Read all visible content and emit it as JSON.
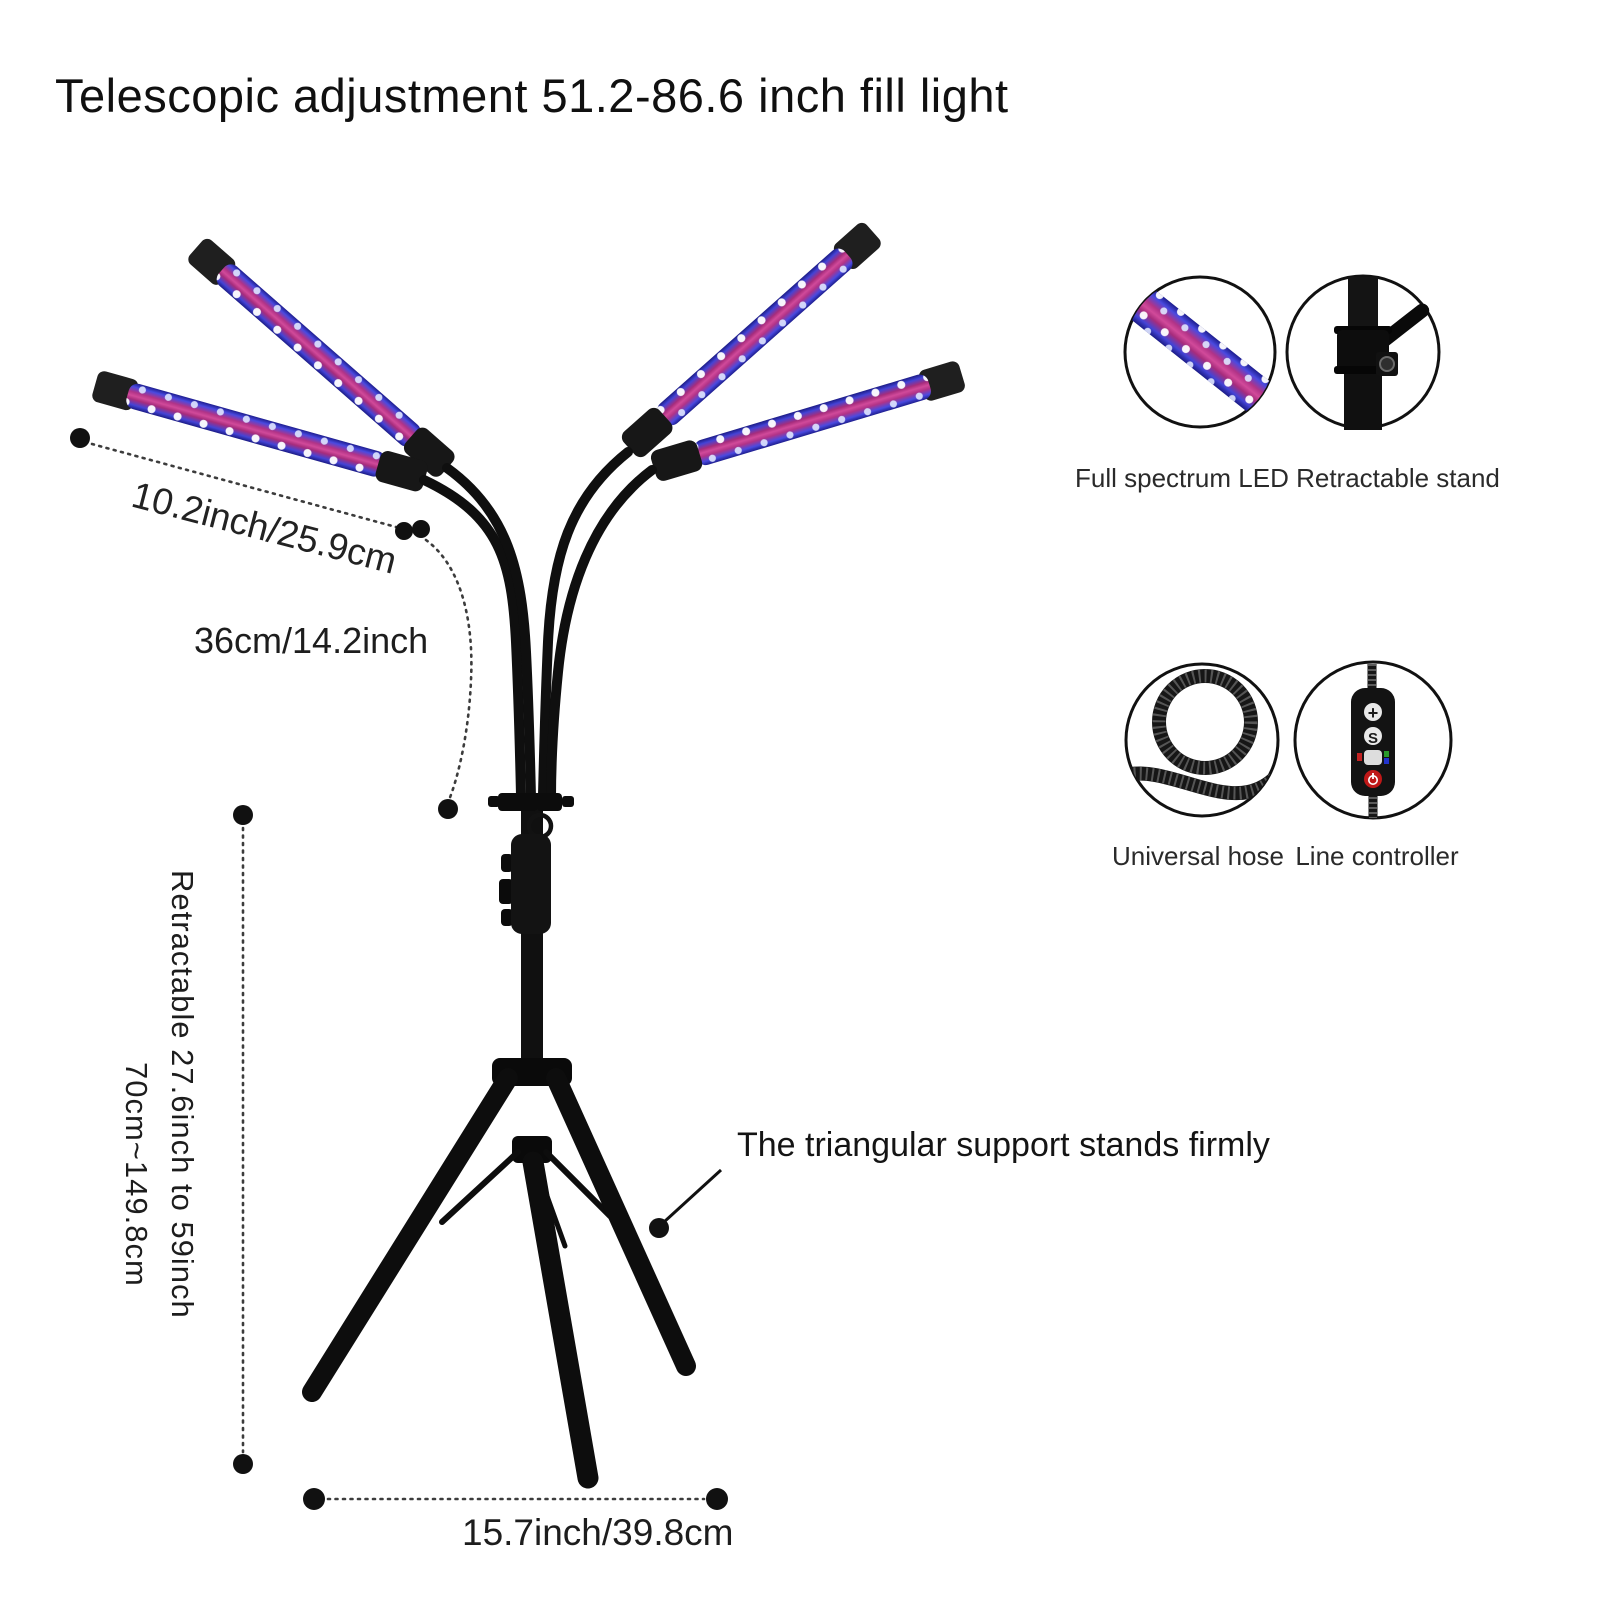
{
  "title": "Telescopic adjustment 51.2-86.6 inch fill light",
  "dimensions": {
    "arm_length": "10.2inch/25.9cm",
    "gooseneck_length": "36cm/14.2inch",
    "pole_retract_line1": "Retractable 27.6inch to 59inch",
    "pole_retract_line2": "70cm~149.8cm",
    "base_width": "15.7inch/39.8cm"
  },
  "annotations": {
    "tripod_note": "The triangular support stands firmly"
  },
  "features": [
    {
      "label": "Full spectrum LED"
    },
    {
      "label": "Retractable stand"
    },
    {
      "label": "Universal hose"
    },
    {
      "label": "Line controller"
    }
  ],
  "controller_icons": {
    "brightness_label": "+",
    "spectrum_label": "S"
  },
  "colors": {
    "ink": "#111111",
    "led_magenta": "#c23a8c",
    "led_blue": "#3232bE",
    "button_red": "#c01818"
  }
}
